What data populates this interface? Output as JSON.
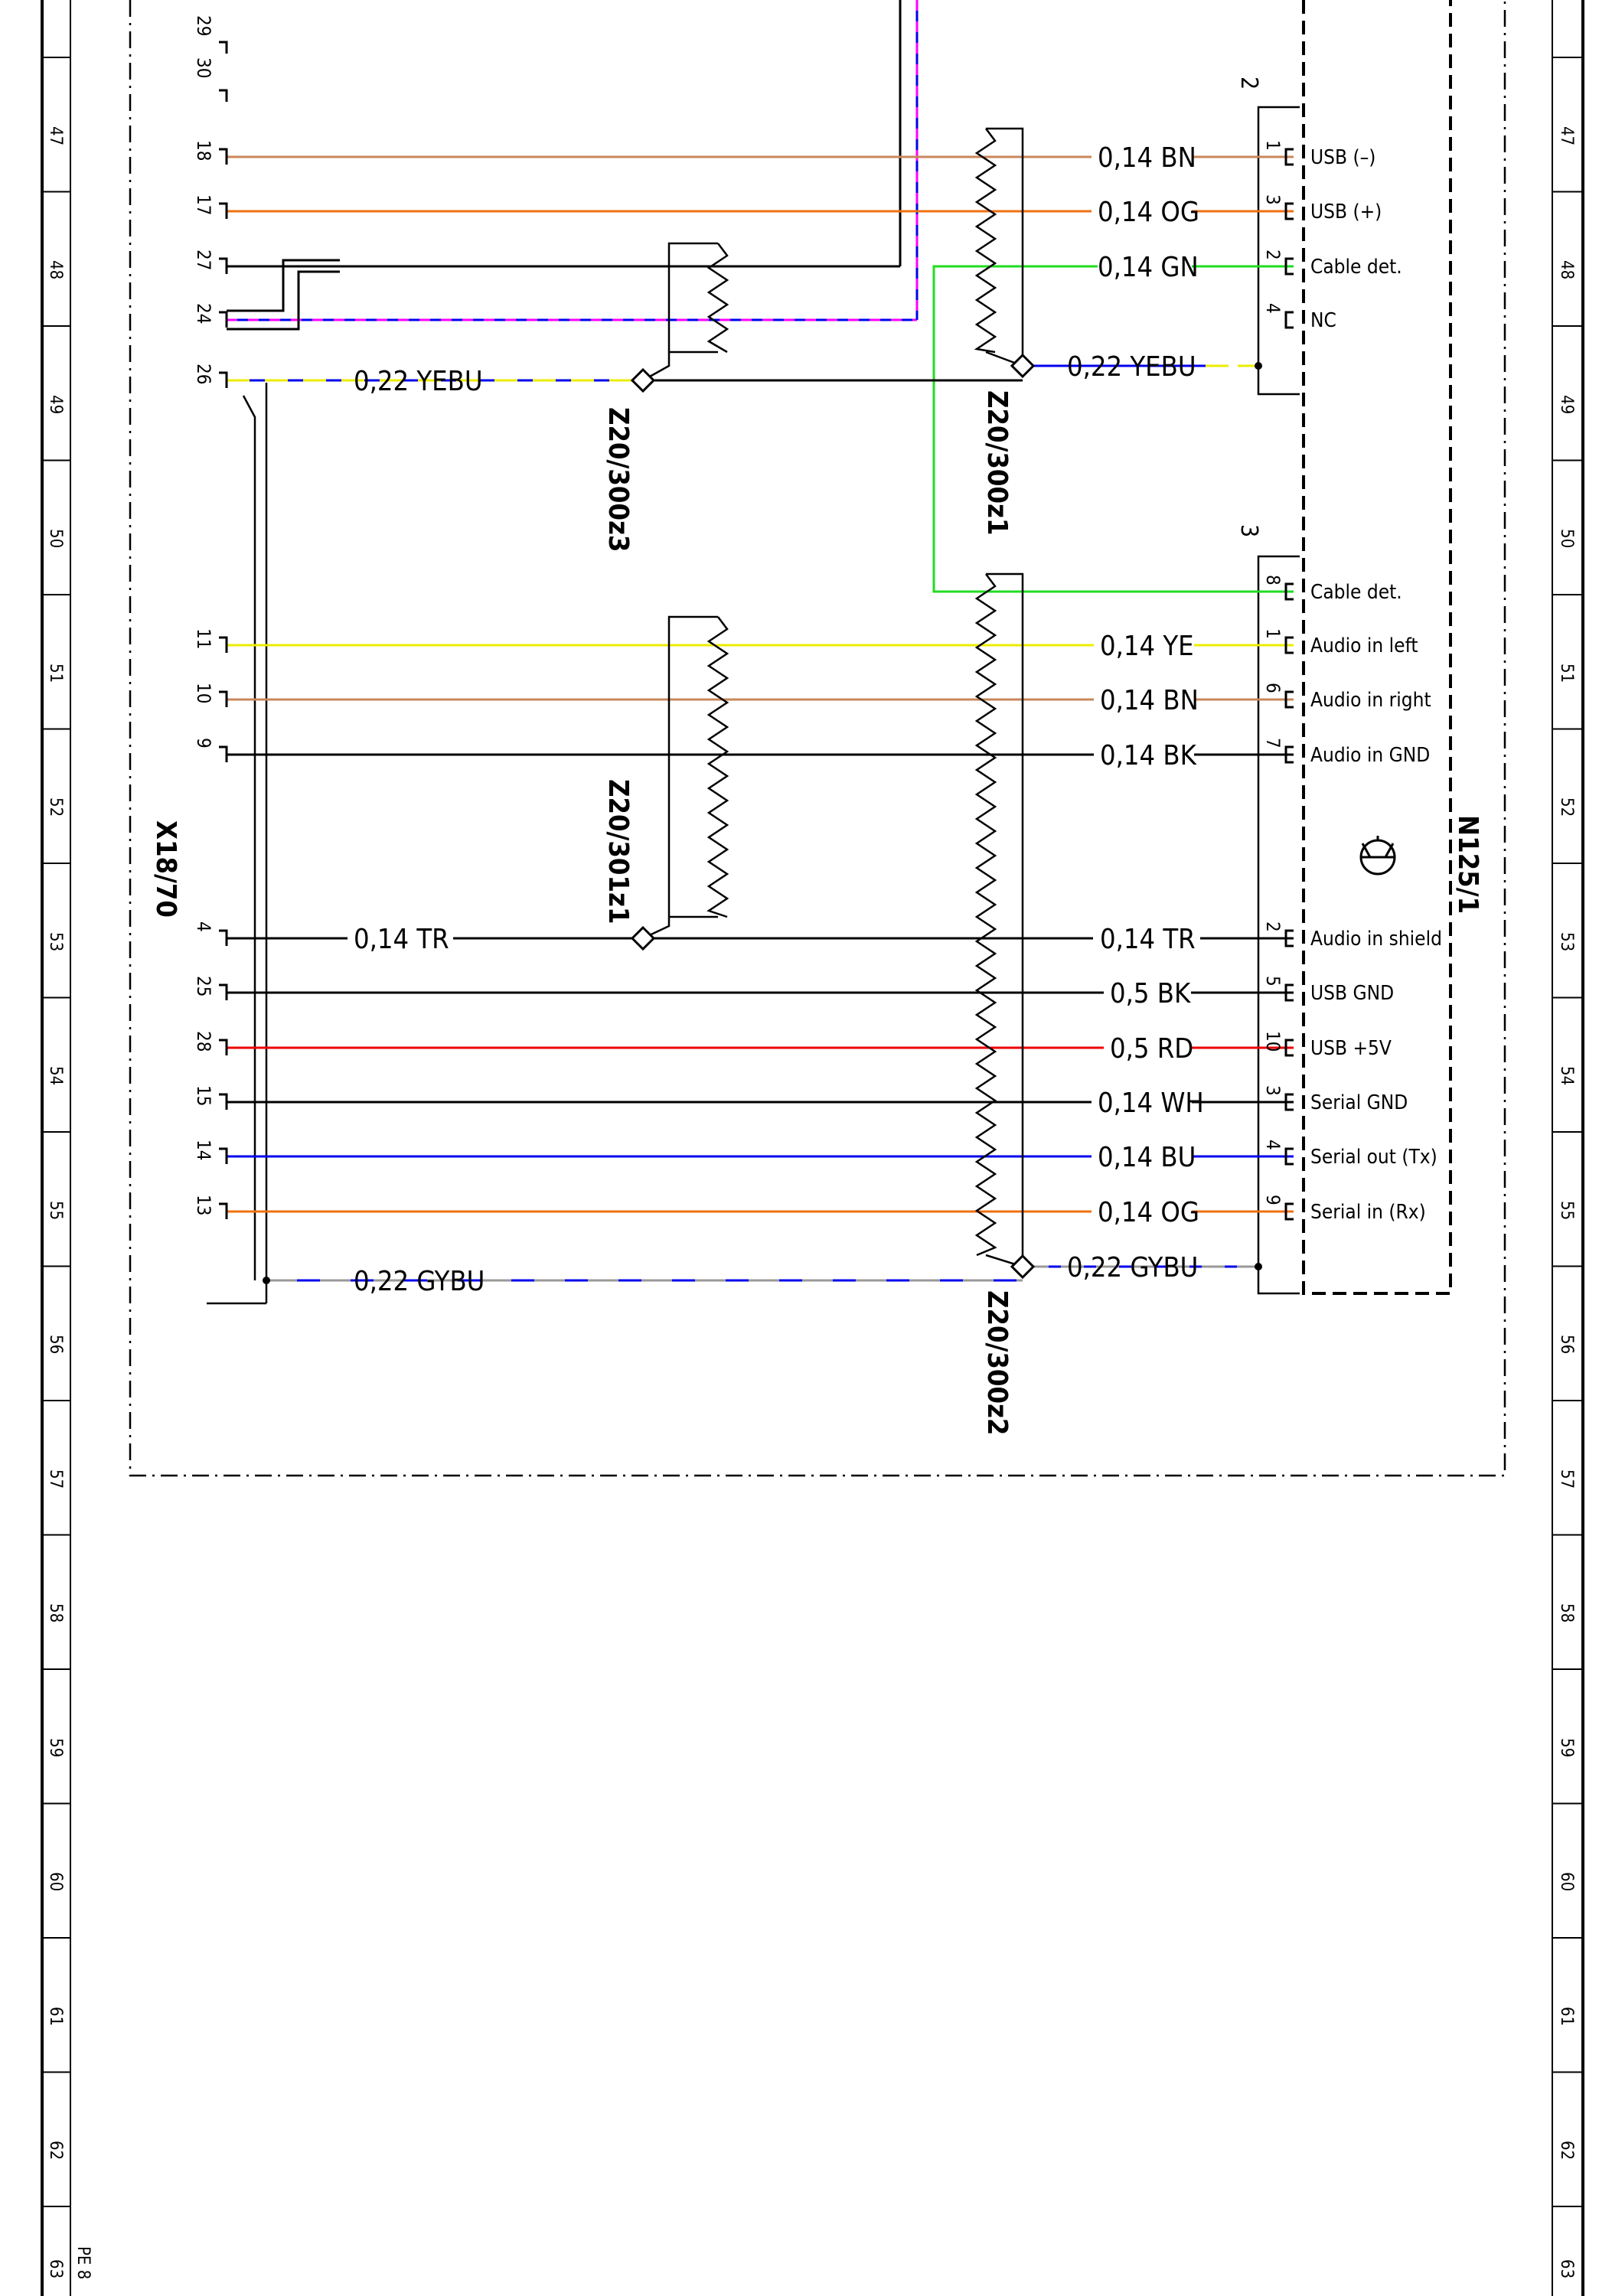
{
  "colors": {
    "BN": "#c8875a",
    "OG": "#f07010",
    "GN": "#20dd20",
    "YE": "#ecec00",
    "BU": "#0000ee",
    "RD": "#ee0000",
    "BK": "#000000",
    "WH": "#000000",
    "TR": "#000000",
    "PK": "#ff00ff"
  },
  "ruler": {
    "numbers": [
      "47",
      "48",
      "49",
      "50",
      "51",
      "52",
      "53",
      "54",
      "55",
      "56",
      "57",
      "58",
      "59",
      "60",
      "61",
      "62",
      "63"
    ],
    "sheet_code": "PE 8"
  },
  "components": {
    "left_connector": "X18/70",
    "right_device": "N125/1",
    "shields": [
      "Z20/300z1",
      "Z20/300z2",
      "Z20/300z3",
      "Z20/301z1"
    ],
    "right_block_numbers": [
      "2",
      "3"
    ]
  },
  "top_pins": [
    "29",
    "30"
  ],
  "wires": [
    {
      "left_pin": "18",
      "label": "0,14 BN",
      "color": "BN",
      "right_pin": "1",
      "function": "USB (–)"
    },
    {
      "left_pin": "17",
      "label": "0,14 OG",
      "color": "OG",
      "right_pin": "3",
      "function": "USB (+)"
    },
    {
      "left_pin": "27",
      "label": "",
      "color": "BK",
      "right_pin": "",
      "function": ""
    },
    {
      "left_pin": "24",
      "label": "",
      "color": "BU",
      "right_pin": "",
      "function": ""
    },
    {
      "left_pin": "",
      "label": "0,14 GN",
      "color": "GN",
      "right_pin": "2",
      "function": "Cable det."
    },
    {
      "left_pin": "",
      "label": "",
      "color": "",
      "right_pin": "4",
      "function": "NC"
    },
    {
      "left_pin": "26",
      "label": "0,22 YEBU",
      "color": "YE",
      "right_pin": "",
      "function": ""
    },
    {
      "left_pin": "",
      "label": "0,22 YEBU",
      "color": "YE",
      "right_pin": "",
      "function": ""
    },
    {
      "left_pin": "",
      "label": "",
      "color": "GN",
      "right_pin": "8",
      "function": "Cable det."
    },
    {
      "left_pin": "11",
      "label": "0,14 YE",
      "color": "YE",
      "right_pin": "1",
      "function": "Audio in left"
    },
    {
      "left_pin": "10",
      "label": "0,14 BN",
      "color": "BN",
      "right_pin": "6",
      "function": "Audio in right"
    },
    {
      "left_pin": "9",
      "label": "0,14 BK",
      "color": "BK",
      "right_pin": "7",
      "function": "Audio in GND"
    },
    {
      "left_pin": "4",
      "label": "0,14 TR",
      "color": "TR",
      "right_pin": "2",
      "function": "Audio in shield"
    },
    {
      "left_pin": "",
      "label": "0,14 TR",
      "color": "TR",
      "right_pin": "",
      "function": ""
    },
    {
      "left_pin": "25",
      "label": "0,5 BK",
      "color": "BK",
      "right_pin": "5",
      "function": "USB GND"
    },
    {
      "left_pin": "28",
      "label": "0,5 RD",
      "color": "RD",
      "right_pin": "10",
      "function": "USB +5V"
    },
    {
      "left_pin": "15",
      "label": "0,14 WH",
      "color": "WH",
      "right_pin": "3",
      "function": "Serial GND"
    },
    {
      "left_pin": "14",
      "label": "0,14 BU",
      "color": "BU",
      "right_pin": "4",
      "function": "Serial out (Tx)"
    },
    {
      "left_pin": "13",
      "label": "0,14 OG",
      "color": "OG",
      "right_pin": "9",
      "function": "Serial in (Rx)"
    },
    {
      "left_pin": "",
      "label": "0,22 GYBU",
      "color": "BU",
      "right_pin": "",
      "function": ""
    },
    {
      "left_pin": "",
      "label": "0,22 GYBU",
      "color": "BU",
      "right_pin": "",
      "function": ""
    }
  ]
}
